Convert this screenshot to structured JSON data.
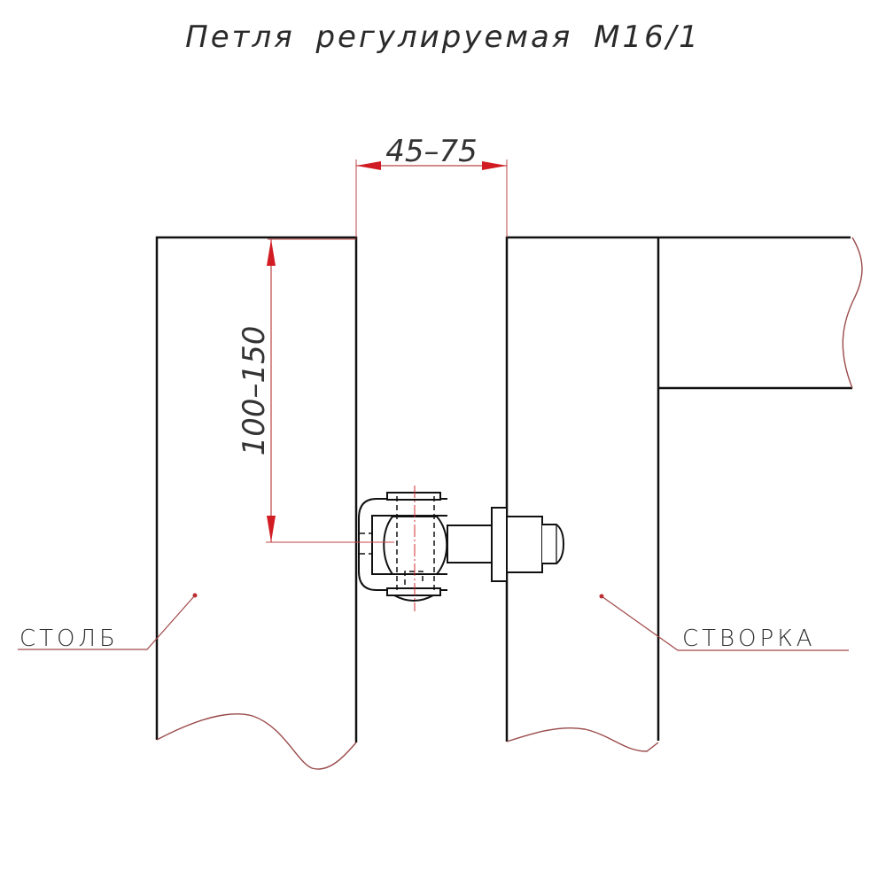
{
  "title": "Петля регулируемая М16/1",
  "dimensions": {
    "gap_width": "45–75",
    "hinge_height": "100–150"
  },
  "labels": {
    "post": "СТОЛБ",
    "leaf": "СТВОРКА"
  },
  "colors": {
    "outline": "#111111",
    "dimension": "#c0282d",
    "leader": "#a04848",
    "text": "#333333"
  }
}
